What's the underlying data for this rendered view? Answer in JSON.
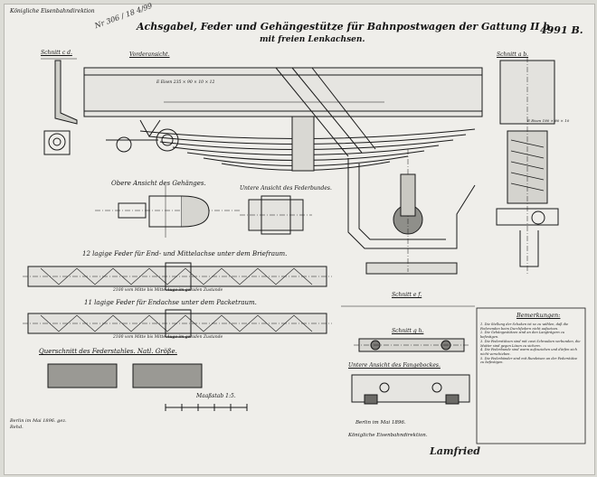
{
  "header": {
    "authority": "Königliche Eisenbahndirektion",
    "handwritten_ref": "Nr 306 / 18 4/99",
    "title_line1": "Achsgabel, Feder und Gehängestütze für Bahnpostwagen der Gattung II b,",
    "title_line2": "mit freien Lenkachsen.",
    "drawing_number": "4991 B."
  },
  "view_labels": {
    "section_d": "Schnitt c d.",
    "front_view": "Vorderansicht.",
    "section_ab": "Schnitt a b.",
    "top_view_hangers": "Obere Ansicht des Gehänges.",
    "bottom_view_spring_band": "Untere Ansicht des Federbundes.",
    "spring_12_end_middle": "12 lagige Feder für End- und Mittelachse unter dem Briefraum.",
    "spring_11_end_parcel": "11 lagige Feder für Endachse unter dem Packetraum.",
    "cross_section_spring_steel": "Querschnitt des Federstahles. Natl. Größe.",
    "section_ef": "Schnitt e f.",
    "section_gh": "Schnitt g h.",
    "bottom_view_catch": "Untere Ansicht des Fangebockes."
  },
  "dimension_notes": {
    "beam_label": "E Eisen 235 × 90 × 10 × 12",
    "spring_length_12": "2100 vom Mitte bis Mitte Auge im geraden Zustande",
    "spring_length_11": "2100 vom Mitte bis Mitte Auge im geraden Zustande",
    "section_ab_label": "E Eisen 180 × 80 × 10"
  },
  "scale": "Maaßstab 1:5.",
  "remarks": {
    "heading": "Bemerkungen:",
    "items": [
      "1. Die Stellung der Schaken ist so zu wählen, daß die Federenden beim Durchfedern nicht aufsetzen.",
      "2. Die Gehängestützen sind an den Langträgern zu befestigen.",
      "3. Die Federstützen sind mit zwei Schrauben verbunden, die Mutter sind gegen Lösen zu sichern.",
      "4. Die Federbunde sind warm aufzuziehen und dürfen sich nicht verschieben.",
      "5. Die Federbänder sind mit Rundeisen an der Federstütze zu befestigen."
    ]
  },
  "footer": {
    "left_signature": "Berlin im Mai 1896. gez. Rehd.",
    "right_date": "Berlin im Mai 1896.",
    "right_authority": "Königliche Eisenbahndirektion.",
    "right_signature": "Lamfried"
  }
}
